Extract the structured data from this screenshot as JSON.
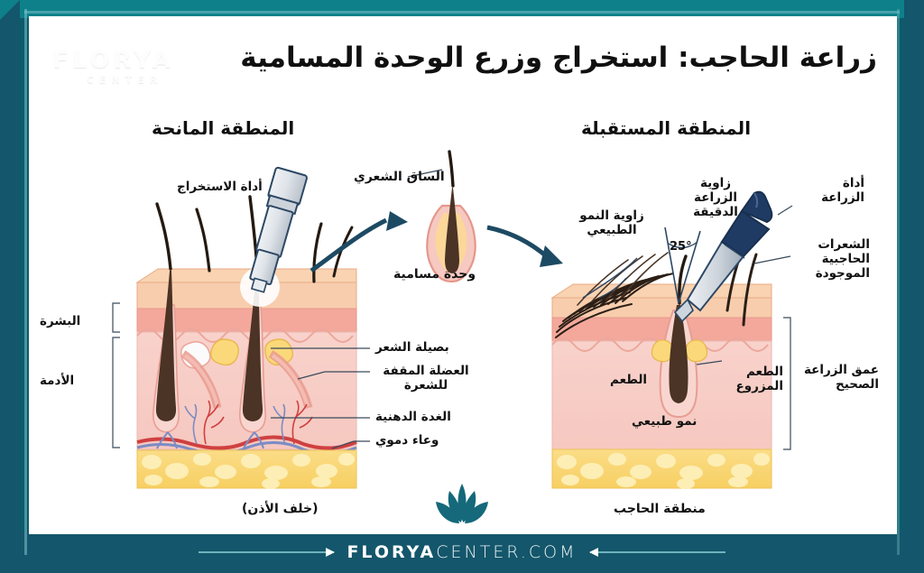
{
  "brand": {
    "watermark_main": "FLORYA",
    "watermark_sub": "CENTER",
    "footer_bold": "FLORYA",
    "footer_thin": "CENTER.COM",
    "accent_teal": "#14566b",
    "accent_teal_light": "#0d8089"
  },
  "header": {
    "title": "زراعة الحاجب: استخراج وزرع الوحدة المسامية"
  },
  "panels": {
    "donor": {
      "heading": "المنطقة المانحة",
      "caption": "(خلف الأذن)",
      "tool_label": "أداة الاستخراج",
      "depth_labels": [
        {
          "name": "البشرة"
        },
        {
          "name": "الأدمة"
        }
      ],
      "callouts": [
        {
          "label": "بصيلة الشعر"
        },
        {
          "label": "العضلة المقفة\nللشعرة"
        },
        {
          "label": "الغدة الدهنية"
        },
        {
          "label": "وعاء دموي"
        }
      ]
    },
    "middle": {
      "shaft_label": "الساق الشعري",
      "unit_label": "وحدة مسامية"
    },
    "recipient": {
      "heading": "المنطقة المستقبلة",
      "caption": "منطقة الحاجب",
      "angle_value": "25°",
      "callouts": [
        {
          "label": "زاوية الزراعة\nالدقيقة"
        },
        {
          "label": "زاوية النمو\nالطبيعي"
        },
        {
          "label": "أداة\nالزراعة"
        },
        {
          "label": "الشعرات\nالحاجبية\nالموجودة"
        },
        {
          "label": "الطعم"
        },
        {
          "label": "الطعم\nالمزروع"
        },
        {
          "label": "نمو طبيعي"
        },
        {
          "label": "عمق الزراعة\nالصحيح"
        }
      ]
    }
  },
  "colors": {
    "epidermis_top": "#f7c9a8",
    "epidermis_band": "#f0a79a",
    "dermis": "#f7cdc6",
    "fat": "#f8d878",
    "hair": "#4a3224",
    "vessel_red": "#d13f3f",
    "vessel_blue": "#6e7fc0",
    "tool_navy": "#1f3b63",
    "tool_silver": "#d9dde2"
  }
}
